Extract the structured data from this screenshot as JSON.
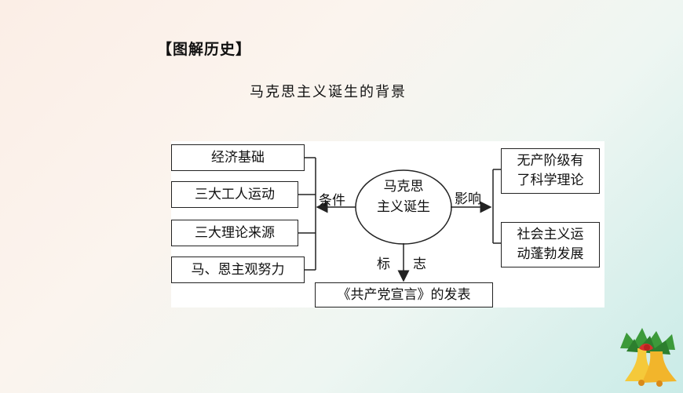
{
  "heading": "【图解历史】",
  "subtitle": "马克思主义诞生的背景",
  "center": {
    "line1": "马克思",
    "line2": "主义诞生"
  },
  "conditions_label": "条件",
  "conditions": [
    "经济基础",
    "三大工人运动",
    "三大理论来源",
    "马、恩主观努力"
  ],
  "influence_label": "影响",
  "influences": [
    {
      "line1": "无产阶级有",
      "line2": "了科学理论"
    },
    {
      "line1": "社会主义运",
      "line2": "动蓬勃发展"
    }
  ],
  "mark_label_1": "标",
  "mark_label_2": "志",
  "mark_result": "《共产党宣言》的发表"
}
